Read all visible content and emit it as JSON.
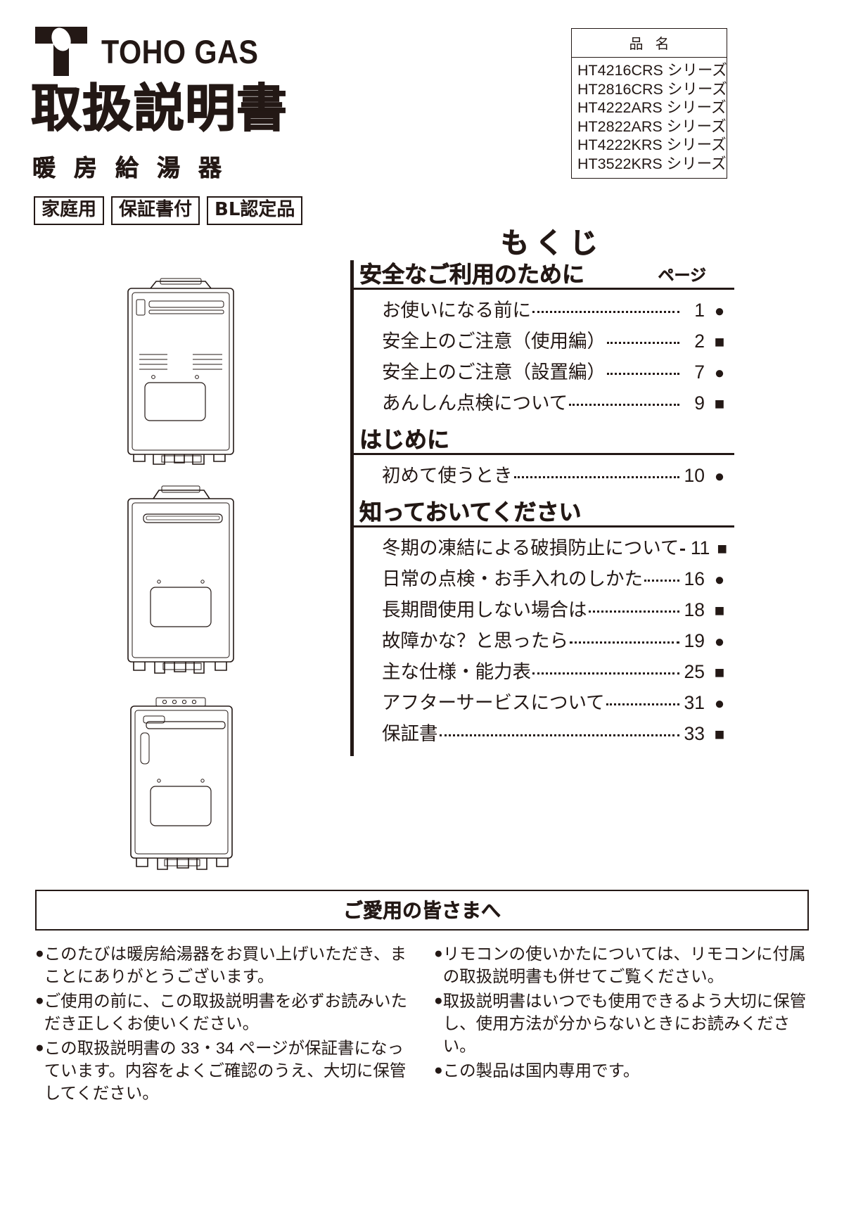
{
  "brand": {
    "logo_text": "TOHO GAS",
    "logo_icon": "toho-gas-t-mark"
  },
  "title": {
    "main": "取扱説明書",
    "sub": "暖房給湯器"
  },
  "badges": [
    {
      "label": "家庭用"
    },
    {
      "label": "保証書付"
    },
    {
      "label": "BL認定品"
    }
  ],
  "product_table": {
    "header": "品名",
    "models": [
      "HT4216CRS シリーズ",
      "HT2816CRS シリーズ",
      "HT4222ARS シリーズ",
      "HT2822ARS シリーズ",
      "HT4222KRS シリーズ",
      "HT3522KRS シリーズ"
    ]
  },
  "toc": {
    "title": "もくじ",
    "page_label": "ページ",
    "sections": [
      {
        "heading": "安全なご利用のために",
        "items": [
          {
            "label": "お使いになる前に",
            "page": "1",
            "marker": "circle"
          },
          {
            "label": "安全上のご注意（使用編）",
            "page": "2",
            "marker": "square"
          },
          {
            "label": "安全上のご注意（設置編）",
            "page": "7",
            "marker": "circle"
          },
          {
            "label": "あんしん点検について",
            "page": "9",
            "marker": "square"
          }
        ]
      },
      {
        "heading": "はじめに",
        "items": [
          {
            "label": "初めて使うとき",
            "page": "10",
            "marker": "circle"
          }
        ]
      },
      {
        "heading": "知っておいてください",
        "items": [
          {
            "label": "冬期の凍結による破損防止について",
            "page": "11",
            "marker": "square"
          },
          {
            "label": "日常の点検・お手入れのしかた",
            "page": "16",
            "marker": "circle"
          },
          {
            "label": "長期間使用しない場合は",
            "page": "18",
            "marker": "square"
          },
          {
            "label": "故障かな？と思ったら",
            "page": "19",
            "marker": "circle"
          },
          {
            "label": "主な仕様・能力表",
            "page": "25",
            "marker": "square"
          },
          {
            "label": "アフターサービスについて",
            "page": "31",
            "marker": "circle"
          },
          {
            "label": "保証書",
            "page": "33",
            "marker": "square"
          }
        ]
      }
    ]
  },
  "notice": {
    "heading": "ご愛用の皆さまへ",
    "left_items": [
      "このたびは暖房給湯器をお買い上げいただき、まことにありがとうございます。",
      "ご使用の前に、この取扱説明書を必ずお読みいただき正しくお使いください。",
      "この取扱説明書の 33・34 ページが保証書になっています。内容をよくご確認のうえ、大切に保管してください。"
    ],
    "right_items": [
      "リモコンの使いかたについては、リモコンに付属の取扱説明書も併せてご覧ください。",
      "取扱説明書はいつでも使用できるよう大切に保管し、使用方法が分からないときにお読みください。",
      "この製品は国内専用です。"
    ],
    "bullet": "●"
  },
  "illustrations": {
    "unit1": "wall-hung-water-heater-unit-1",
    "unit2": "wall-hung-water-heater-unit-2",
    "unit3": "wall-hung-water-heater-unit-3"
  }
}
